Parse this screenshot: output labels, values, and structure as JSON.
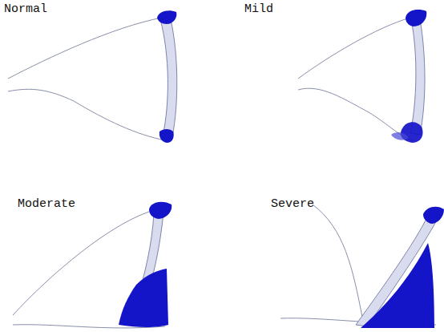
{
  "diagram": {
    "labels": [
      "Normal",
      "Mild",
      "Moderate",
      "Severe"
    ]
  }
}
